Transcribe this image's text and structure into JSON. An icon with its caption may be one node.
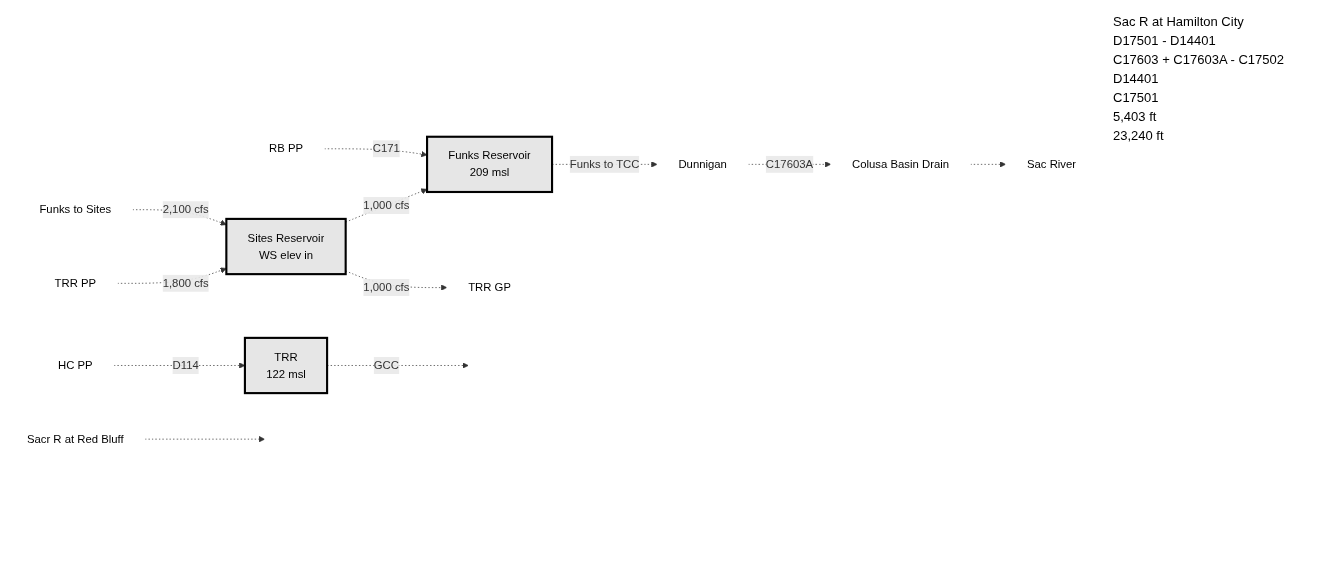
{
  "diagram": {
    "nodes": [
      {
        "text": [
          "RB PP"
        ]
      },
      {
        "text": [
          "Sacr R at Red Bluff"
        ]
      },
      {
        "text": [
          "HC PP"
        ]
      },
      {
        "text": [
          "Funks to Sites"
        ]
      },
      {
        "text": [
          "Funks Reservoir",
          "209 msl"
        ]
      },
      {
        "text": [
          "Sites Reservoir",
          "WS elev in"
        ]
      },
      {
        "text": [
          "TRR PP"
        ]
      },
      {
        "text": [
          "TRR",
          "122 msl"
        ]
      },
      {
        "text": [
          "TRR GP"
        ]
      },
      {
        "text": [
          "Dunnigan"
        ]
      },
      {
        "text": [
          "Colusa Basin Drain"
        ]
      },
      {
        "text": [
          "Sac River"
        ]
      }
    ],
    "edges": [
      {
        "from": 0,
        "to": 4,
        "arrow": "to",
        "label": "C171"
      },
      {
        "from": 2,
        "to": 7,
        "arrow": "to",
        "label": "D114"
      },
      {
        "from": 3,
        "to": 5,
        "arrow": "to",
        "label": "2,100 cfs"
      },
      {
        "from": 5,
        "to": 4,
        "arrow": "to",
        "label": "1,000 cfs"
      },
      {
        "from": 6,
        "to": 5,
        "arrow": "to",
        "label": "1,800 cfs"
      },
      {
        "from": 5,
        "to": 8,
        "arrow": "to",
        "label": "1,000 cfs"
      },
      {
        "from": 7,
        "to": null,
        "arrow": "to",
        "label": "GCC"
      },
      {
        "from": 4,
        "to": 9,
        "arrow": "to",
        "label": "Funks to TCC"
      },
      {
        "from": 9,
        "to": 10,
        "arrow": "to",
        "label": "C17603A"
      },
      {
        "from": 10,
        "to": 11,
        "arrow": "to"
      },
      {
        "from": 1,
        "to": null,
        "arrow": "to"
      }
    ],
    "labels": [
      "Sac R at Hamilton City",
      "D17501 - D14401",
      "C17603 + C17603A - C17502",
      "D14401",
      "C17501",
      "5,403 ft",
      "23,240 ft"
    ]
  }
}
